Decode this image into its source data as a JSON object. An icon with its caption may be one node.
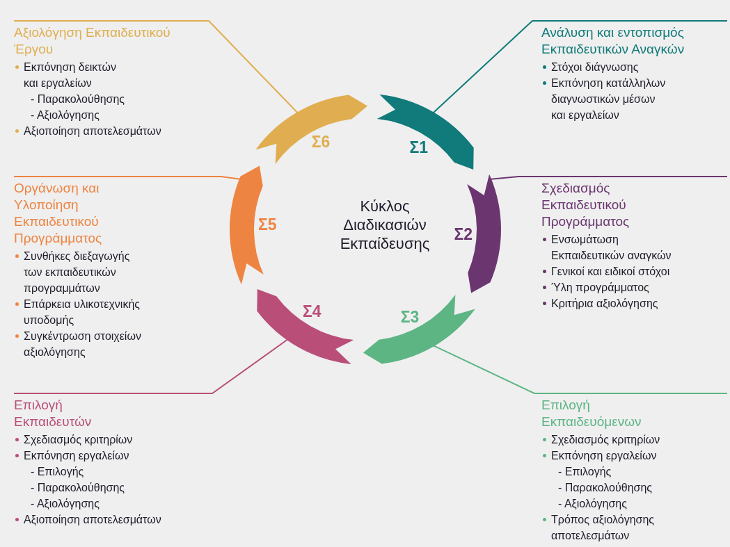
{
  "diagram": {
    "nodes": [
      {
        "text": [
          "Σ1"
        ]
      },
      {
        "text": [
          "Σ2"
        ]
      },
      {
        "text": [
          "Σ3"
        ]
      },
      {
        "text": [
          "Σ4"
        ]
      },
      {
        "text": [
          "Σ5"
        ]
      },
      {
        "text": [
          "Σ6"
        ]
      },
      {
        "text": [
          "Ανάλυση και εντοπισμός Εκπαιδευτικών Αναγκών",
          "Στόχοι διάγνωσης",
          "Εκπόνηση κατάλληλων διαγνωστικών μέσων και εργαλείων"
        ]
      },
      {
        "text": [
          "Σχεδιασμός Εκπαιδευτικού Προγράμματος",
          "Ενσωμάτωση Εκπαιδευτικών αναγκών",
          "Γενικοί και ειδικοί στόχοι",
          "Ύλη προγράμματος",
          "Κριτήρια αξιολόγησης"
        ]
      },
      {
        "text": [
          "Επιλογή Εκπαιδευόμενων",
          "Σχεδιασμός κριτηρίων",
          "Εκπόνηση εργαλείων",
          "- Επιλογής",
          "- Παρακολούθησης",
          "- Αξιολόγησης",
          "Τρόπος αξιολόγησης αποτελεσμάτων"
        ]
      },
      {
        "text": [
          "Επιλογή Εκπαιδευτών",
          "Σχεδιασμός κριτηρίων",
          "Εκπόνηση εργαλείων",
          "- Επιλογής",
          "- Παρακολούθησης",
          "- Αξιολόγησης",
          "Αξιοποίηση αποτελεσμάτων"
        ]
      },
      {
        "text": [
          "Οργάνωση και Υλοποίηση Εκπαιδευτικού Προγράμματος",
          "Συνθήκες διεξαγωγής των εκπαιδευτικών προγραμμάτων",
          "Επάρκεια υλικοτεχνικής υποδομής",
          "Συγκέντρωση στοιχείων αξιολόγησης"
        ]
      },
      {
        "text": [
          "Αξιολόγηση Εκπαιδευτικού Έργου",
          "Εκπόνηση δεικτών και εργαλείων",
          "- Παρακολούθησης",
          "- Αξιολόγησης",
          "Αξιοποίηση αποτελεσμάτων"
        ]
      }
    ],
    "edges": [
      {
        "from": 6,
        "to": 0,
        "arrow": "none",
        "color": "#117a7a"
      },
      {
        "from": 7,
        "to": 1,
        "arrow": "none",
        "color": "#6b3670"
      },
      {
        "from": 8,
        "to": 2,
        "arrow": "none",
        "color": "#5db584"
      },
      {
        "from": 9,
        "to": 3,
        "arrow": "none",
        "color": "#b94f78"
      },
      {
        "from": 10,
        "to": 4,
        "arrow": "none",
        "color": "#ee8442"
      },
      {
        "from": 11,
        "to": 5,
        "arrow": "none",
        "color": "#e0ae50"
      }
    ],
    "labels": [
      "Κύκλος Διαδικασιών Εκπαίδευσης"
    ]
  }
}
